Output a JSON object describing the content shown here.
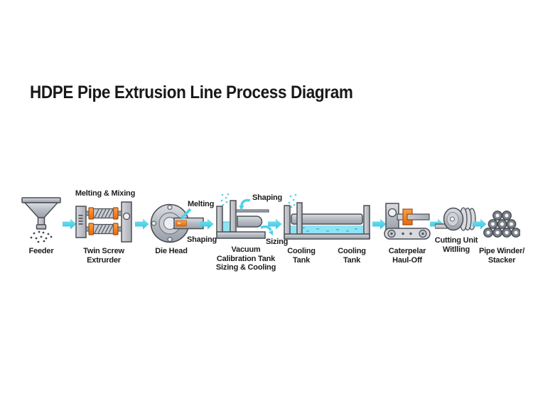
{
  "title": "HDPE Pipe Extrusion Line Process Diagram",
  "colors": {
    "arrow_cyan": "#4fd0e8",
    "water_cyan": "#8ee3f4",
    "accent_orange": "#ef7722",
    "machine_gray": "#b8bcc3",
    "outline_gray": "#4a4e55",
    "text_dark": "#1d1d1f",
    "background": "#ffffff"
  },
  "stages": [
    {
      "id": "feeder",
      "icon": "hopper-funnel-icon",
      "label": "Feeder"
    },
    {
      "id": "twin-screw-extruder",
      "icon": "twin-screw-extruder-icon",
      "caption_above": "Melting & Mixing",
      "label": "Twin Screw\nExtrurder"
    },
    {
      "id": "die-head",
      "icon": "die-head-flange-icon",
      "label": "Die Head",
      "note_melting": "Melting",
      "note_shaping": "Shaping"
    },
    {
      "id": "vacuum-calibration-tank",
      "icon": "vacuum-calibration-tank-icon",
      "label": "Vacuum\nCalibration Tank\nSizing & Cooling",
      "note_shaping": "Shaping",
      "note_sizing": "Sizing"
    },
    {
      "id": "cooling-tank",
      "icon": "cooling-tank-icon",
      "label_left": "Cooling\nTank",
      "label_right": "Cooling\nTank"
    },
    {
      "id": "caterpelar-haul-off",
      "icon": "caterpillar-haul-off-icon",
      "label": "Caterpelar\nHaul-Off"
    },
    {
      "id": "cutting-unit",
      "icon": "cutting-unit-winder-icon",
      "label": "Cutting Unit\nWitlling"
    },
    {
      "id": "pipe-winder-stacker",
      "icon": "stacked-pipes-icon",
      "label": "Pipe Winder/\nStacker"
    }
  ]
}
